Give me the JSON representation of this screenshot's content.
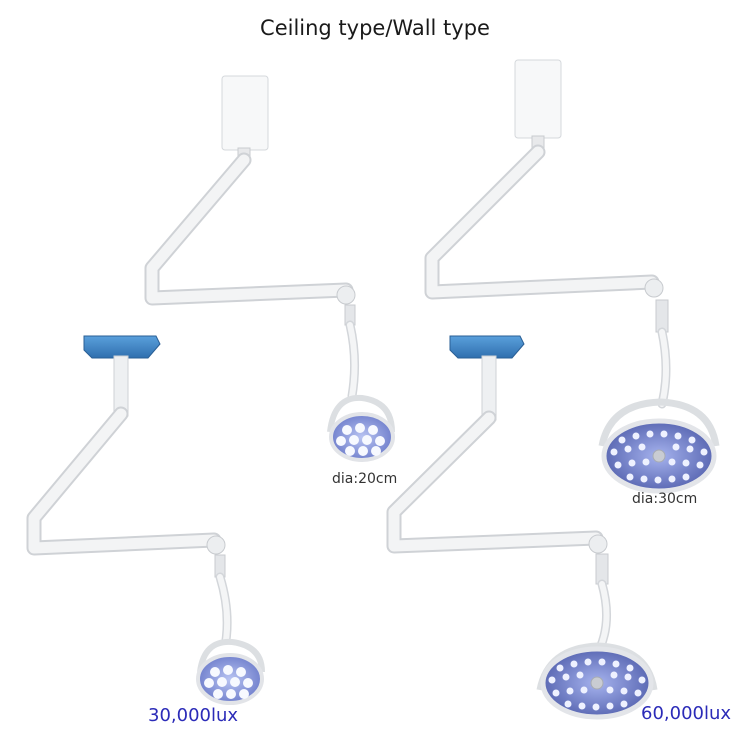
{
  "title": "Ceiling type/Wall type",
  "labels": {
    "dia_small": "dia:20cm",
    "dia_large": "dia:30cm",
    "lux_small": "30,000lux",
    "lux_large": "60,000lux"
  },
  "colors": {
    "lux_text": "#2b2bb8",
    "ceiling_mount": "#3f86c6",
    "arm": "#f1f2f3",
    "led": "#f7f9ff",
    "lamp_face": "#6f7ec8"
  }
}
